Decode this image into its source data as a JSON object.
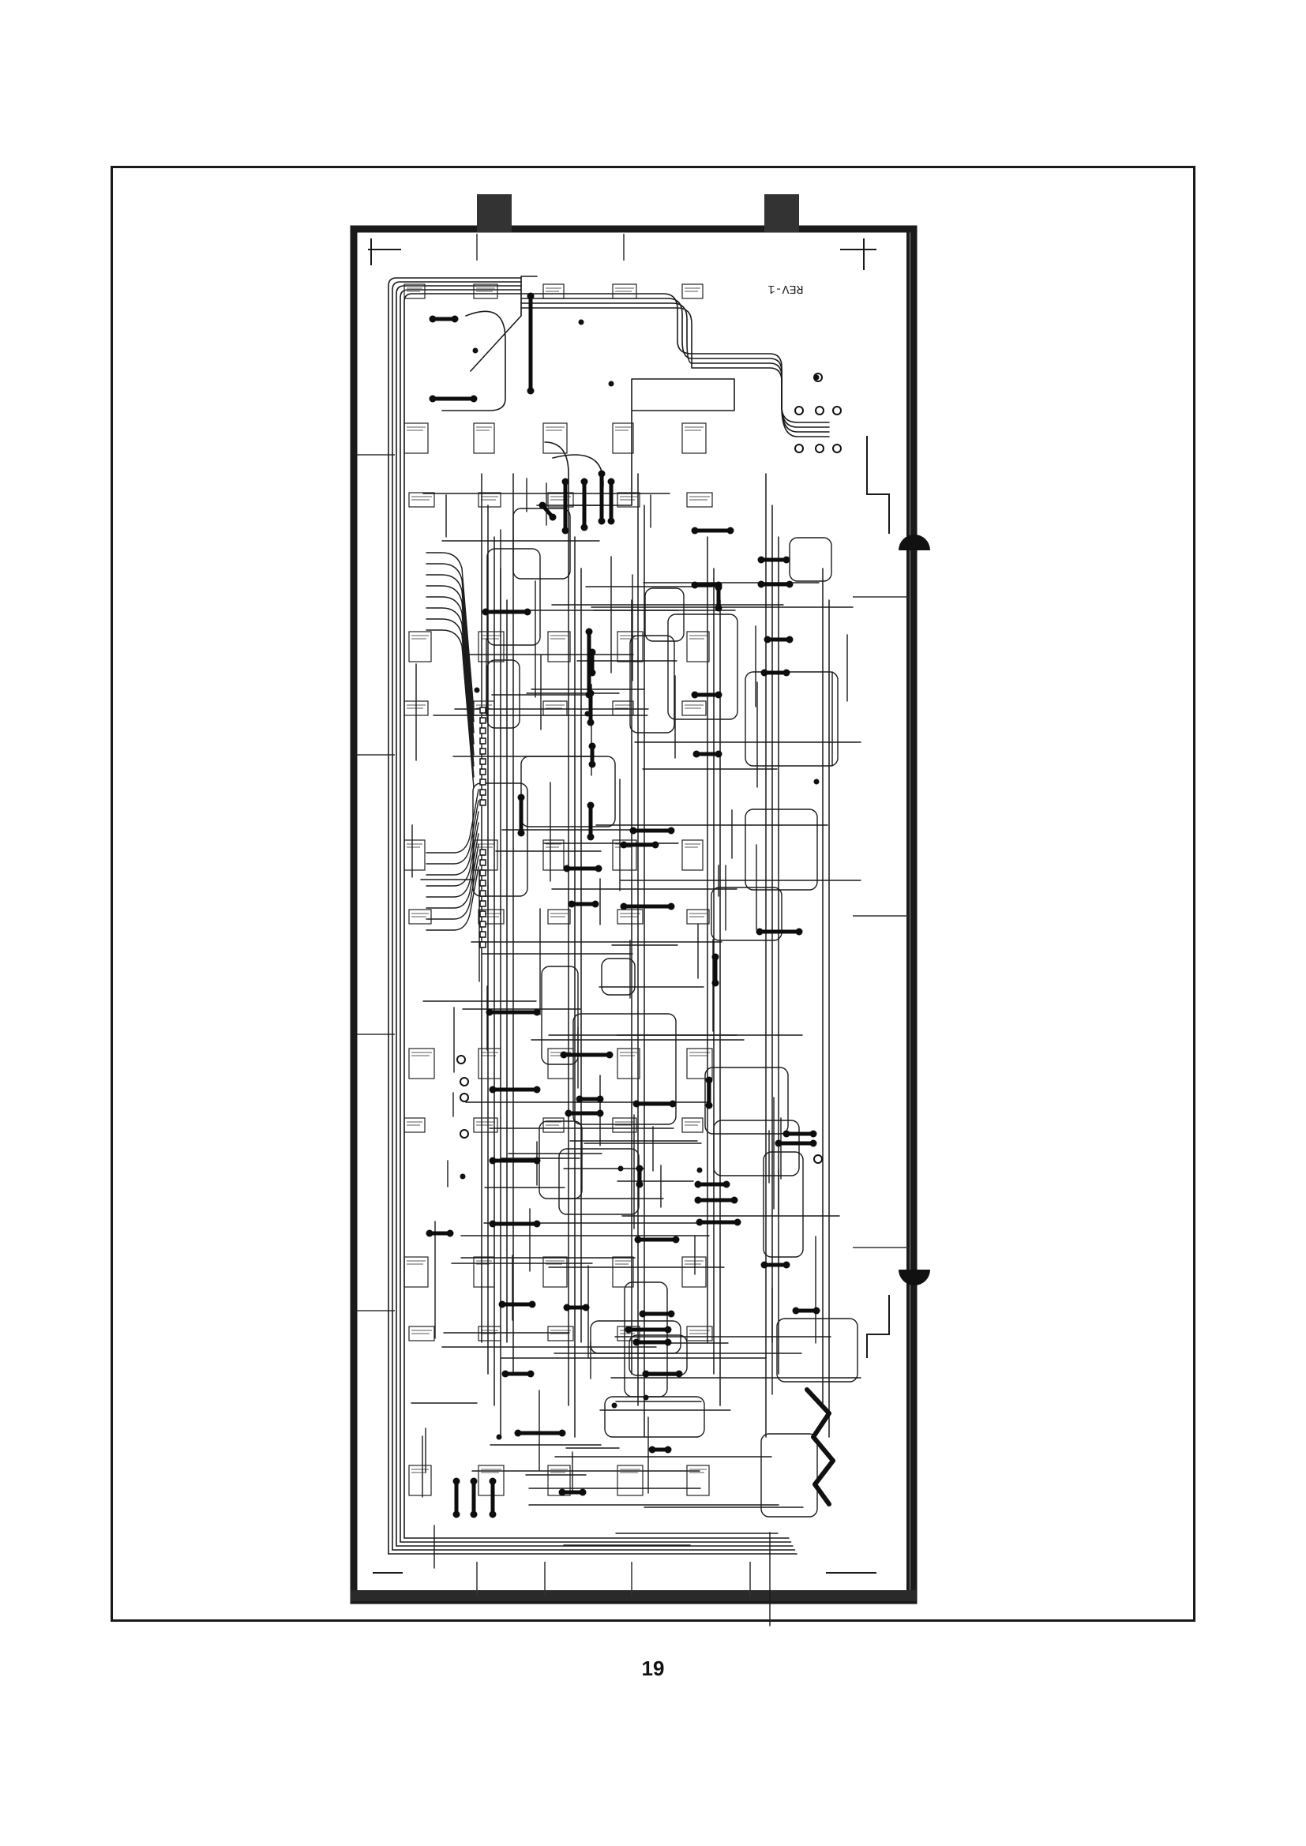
{
  "page": {
    "number": "19"
  },
  "board": {
    "revision_label": "REV-1",
    "revision_label_orientation": "rotated-180",
    "trace_color": "#1a1a1a",
    "pad_color": "#111111",
    "border_color": "#1a1a1a"
  }
}
